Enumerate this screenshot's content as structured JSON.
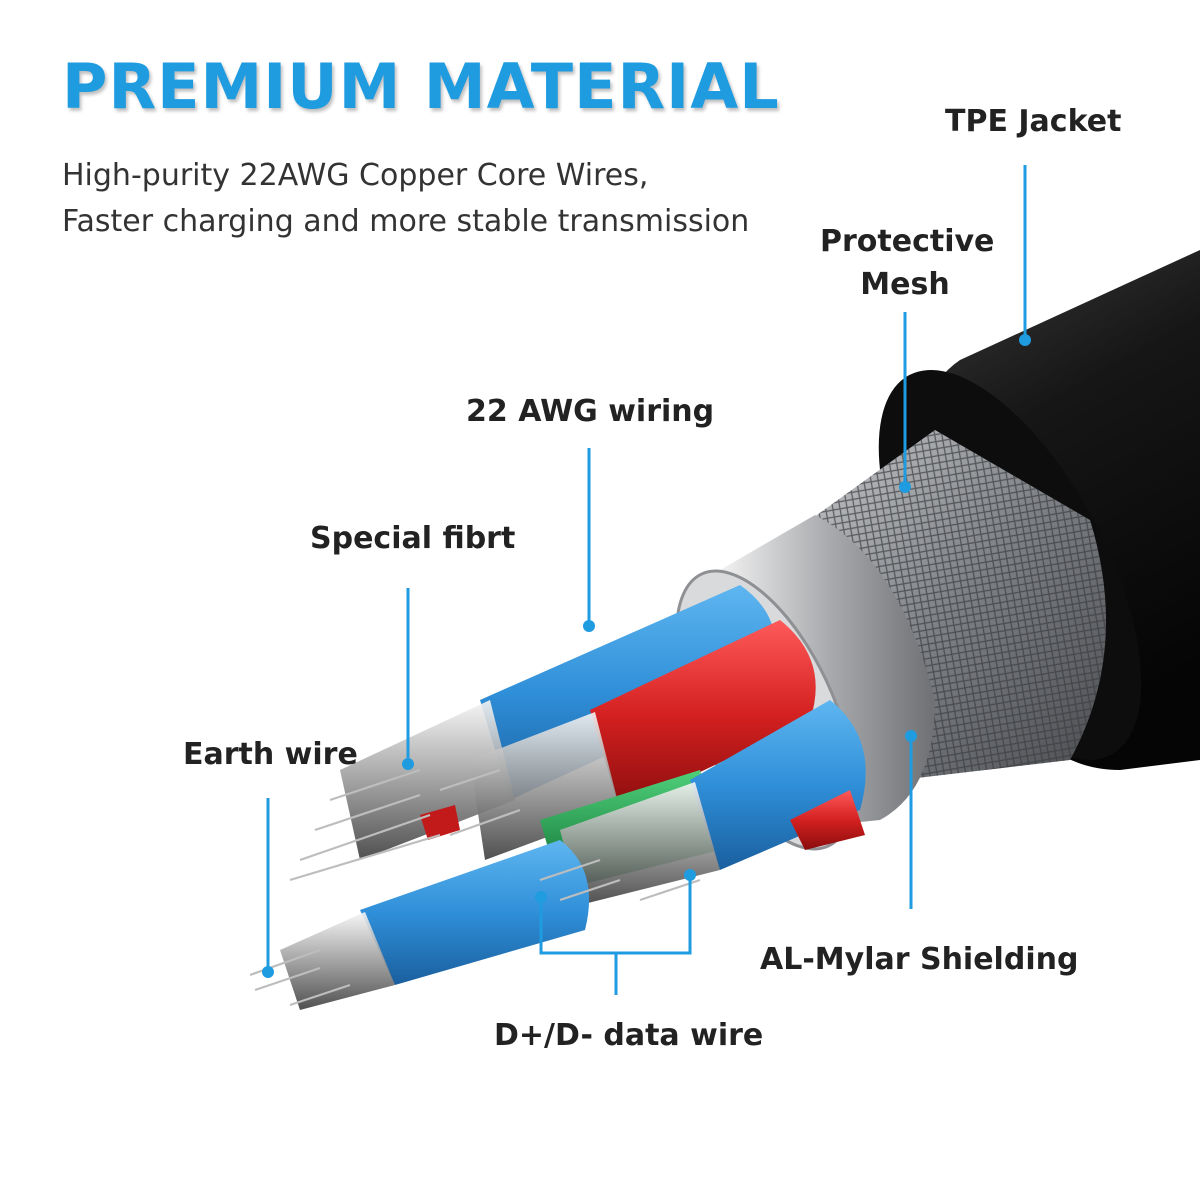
{
  "header": {
    "title": "PREMIUM MATERIAL",
    "subtitle_line1": "High-purity 22AWG Copper Core Wires,",
    "subtitle_line2": "Faster charging and more stable transmission"
  },
  "labels": {
    "tpe_jacket": "TPE Jacket",
    "protective_mesh_line1": "Protective",
    "protective_mesh_line2": "Mesh",
    "awg_wiring": "22 AWG wiring",
    "special_fibrt": "Special fibrt",
    "earth_wire": "Earth wire",
    "al_mylar": "AL-Mylar Shielding",
    "data_wire": "D+/D- data wire"
  },
  "colors": {
    "accent": "#1f9be0",
    "jacket": "#141414",
    "mesh": "#8c8f94",
    "blue_wire": "#2f8fd8",
    "red_wire": "#d42020",
    "green_wire": "#1c9a48"
  }
}
